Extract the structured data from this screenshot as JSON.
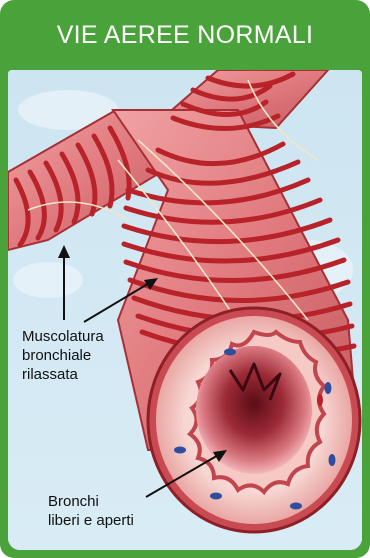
{
  "header": {
    "title": "VIE AEREE NORMALI"
  },
  "labels": {
    "muscle_line1": "Muscolatura",
    "muscle_line2": "bronchiale",
    "muscle_line3": "rilassata",
    "bronchi_line1": "Bronchi",
    "bronchi_line2": "liberi e aperti"
  },
  "colors": {
    "frame_green": "#4aa33a",
    "background_blue": "#cfe6f2",
    "airway_pink": "#e8868a",
    "muscle_red": "#c0282d",
    "lumen_dark": "#7a1822"
  },
  "icons": {
    "arrow": "arrow-icon"
  }
}
